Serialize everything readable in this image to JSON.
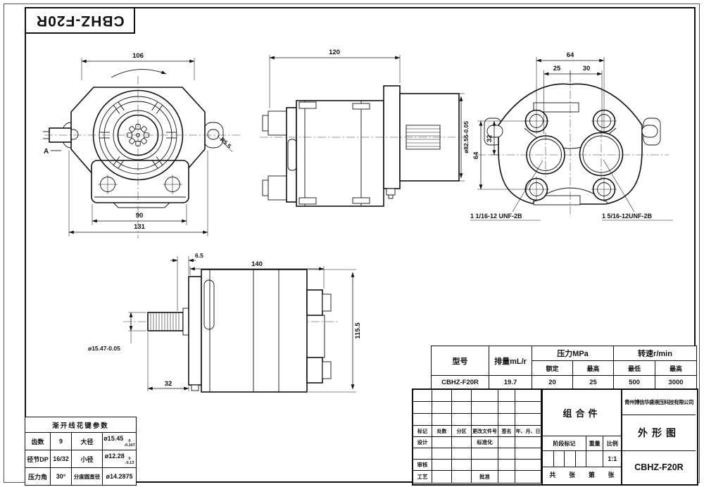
{
  "corner_model": "CBHZ-F20R",
  "front_view": {
    "dim_top": "106",
    "dim_bolt": "90",
    "dim_overall": "131",
    "fillet": "R5.5",
    "section": "A"
  },
  "side_view": {
    "dim_length": "120",
    "dim_pilot": "ø82.55-0.05"
  },
  "rear_view": {
    "dim_bolt_h": "64",
    "dim_port_left": "25",
    "dim_port_right": "30",
    "dim_v_half": "32",
    "dim_v_full": "64",
    "port_left": "1 1/16-12 UNF-2B",
    "port_right": "1 5/16-12UNF-2B"
  },
  "bottom_view": {
    "dim_flange": "6.5",
    "dim_length": "140",
    "dim_height": "115.5",
    "dim_shaft": "32",
    "shaft_dia": "ø15.47-0.05"
  },
  "spline_table": {
    "title": "渐开线花键参数",
    "rows": [
      {
        "p1": "齿数",
        "v1": "9",
        "p2": "大径",
        "v2": "ø15.45",
        "v2_sup": "0",
        "v2_sub": "-0.107"
      },
      {
        "p1": "径节DP",
        "v1": "16/32",
        "p2": "小径",
        "v2": "ø12.28",
        "v2_sup": "0",
        "v2_sub": "-0.13"
      },
      {
        "p1": "压力角",
        "v1": "30°",
        "p2": "分度圆直径",
        "v2": "ø14.2875",
        "v2_sup": "",
        "v2_sub": ""
      }
    ]
  },
  "spec_table": {
    "h_model": "型号",
    "h_disp": "排量mL/r",
    "h_pressure": "压力MPa",
    "h_speed": "转速r/min",
    "h_rated": "额定",
    "h_max1": "最高",
    "h_min": "最低",
    "h_max2": "最高",
    "model": "CBHZ-F20R",
    "disp": "19.7",
    "rated": "20",
    "max_pressure": "25",
    "min_speed": "500",
    "max_speed": "3000"
  },
  "title_block": {
    "rev_headers": [
      "标记",
      "处数",
      "分区",
      "更改文件号",
      "签名",
      "年、月、日"
    ],
    "design": "设计",
    "standard": "标准化",
    "check": "审核",
    "process": "工艺",
    "approve": "批准",
    "assembly": "组合件",
    "stage": "阶段标记",
    "weight": "重量",
    "scale_label": "比例",
    "scale": "1:1",
    "sheet": [
      "共",
      "张",
      "第",
      "张"
    ],
    "company": "青州博信华盛液压科技有限公司",
    "doc_type": "外形图",
    "model": "CBHZ-F20R"
  }
}
